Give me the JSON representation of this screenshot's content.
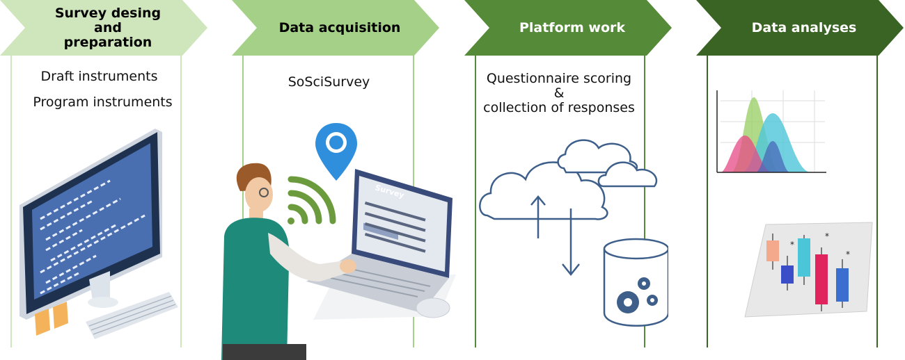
{
  "stages": [
    {
      "title_lines": [
        "Survey desing",
        "and",
        "preparation"
      ],
      "color": "#cfe6bd",
      "text_color": "#000000"
    },
    {
      "title_lines": [
        "Data acquisition"
      ],
      "color": "#a5d088",
      "text_color": "#000000"
    },
    {
      "title_lines": [
        "Platform work"
      ],
      "color": "#558a38",
      "text_color": "#ffffff"
    },
    {
      "title_lines": [
        "Data analyses"
      ],
      "color": "#3a6423",
      "text_color": "#ffffff"
    }
  ],
  "stage1": {
    "items": [
      "Draft instruments",
      "Program instruments"
    ]
  },
  "stage2": {
    "items": [
      "SoSciSurvey"
    ],
    "screen_label": "Survey"
  },
  "stage3": {
    "lines": [
      "Questionnaire scoring",
      "&",
      "collection of responses"
    ]
  },
  "icons": {
    "computer": "desktop-computer-icon",
    "person": "person-at-laptop-icon",
    "location": "location-pin-icon",
    "wifi": "wifi-icon",
    "cloud": "cloud-icon",
    "database": "database-gears-icon",
    "density": "density-plot-icon",
    "boxplot": "box-plot-icon"
  }
}
